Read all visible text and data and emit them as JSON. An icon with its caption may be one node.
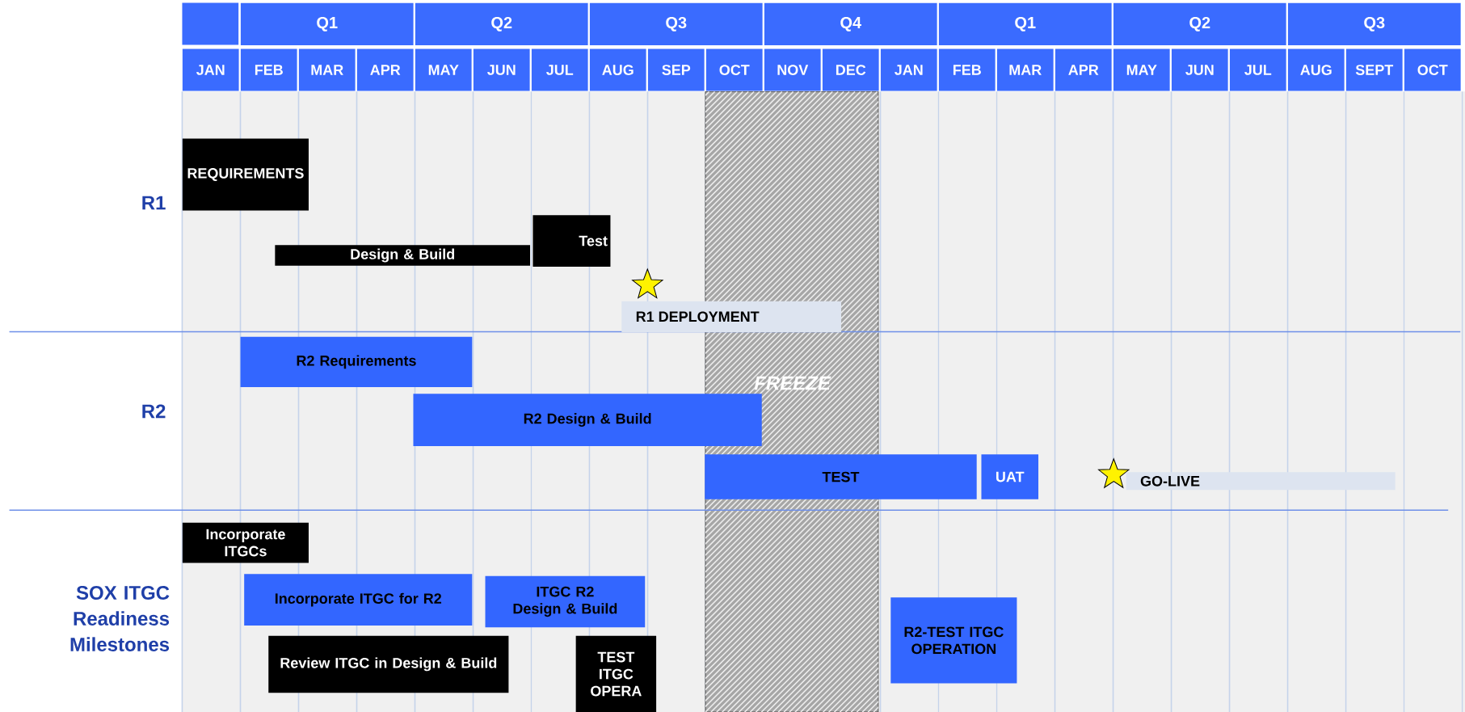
{
  "diagram": {
    "nodes": [
      {
        "text": [
          "REQUIREMENTS"
        ]
      },
      {
        "text": [
          "Design & Build"
        ]
      },
      {
        "text": [
          "Test"
        ]
      },
      {
        "text": [
          "R1 DEPLOYMENT"
        ]
      },
      {
        "text": [
          "R2 Requirements"
        ]
      },
      {
        "text": [
          "R2 Design & Build"
        ]
      },
      {
        "text": [
          "TEST"
        ]
      },
      {
        "text": [
          "UAT"
        ]
      },
      {
        "text": [
          "GO-LIVE"
        ]
      },
      {
        "text": [
          "Incorporate ITGCs"
        ]
      },
      {
        "text": [
          "Incorporate ITGC for R2"
        ]
      },
      {
        "text": [
          "ITGC R2 Design & Build"
        ]
      },
      {
        "text": [
          "Review ITGC in Design & Build"
        ]
      },
      {
        "text": [
          "TEST ITGC OPERA"
        ]
      },
      {
        "text": [
          "R2-TEST ITGC OPERATION"
        ]
      }
    ],
    "edges": [],
    "labels": [
      "Q1",
      "Q2",
      "Q3",
      "Q4",
      "Q1",
      "Q2",
      "Q3",
      "JAN",
      "FEB",
      "MAR",
      "APR",
      "MAY",
      "JUN",
      "JUL",
      "AUG",
      "SEP",
      "OCT",
      "NOV",
      "DEC",
      "JAN",
      "FEB",
      "MAR",
      "APR",
      "MAY",
      "JUN",
      "JUL",
      "AUG",
      "SEPT",
      "OCT",
      "R1",
      "FREEZE",
      "R2",
      "SOX ITGC Readiness Milestones"
    ]
  }
}
